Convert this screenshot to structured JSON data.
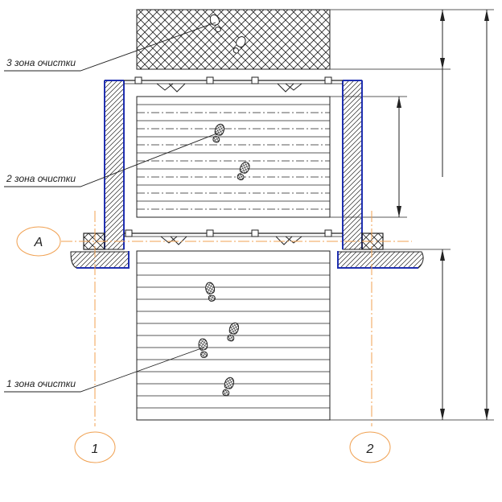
{
  "labels": {
    "zone_3": "3 зона очистки",
    "zone_2": "2 зона очистки",
    "zone_1": "1 зона очистки",
    "section_mark": "A",
    "axis_1": "1",
    "axis_2": "2"
  },
  "colors": {
    "line": "#222222",
    "wall_outline": "#1f2fb0",
    "axis_line": "#f0a050",
    "footprint": "#333333"
  }
}
